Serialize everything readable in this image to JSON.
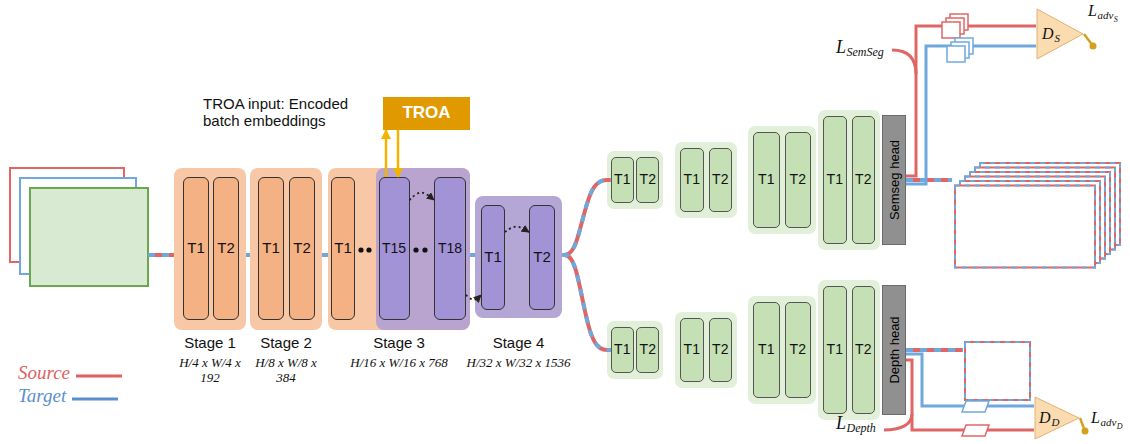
{
  "diagram": {
    "nodes": [
      {
        "text": [
          "Stage 1",
          "H/4 x W/4 x 192"
        ]
      },
      {
        "text": [
          "T1"
        ],
        "in": 0
      },
      {
        "text": [
          "T2"
        ],
        "in": 0
      },
      {
        "text": [
          "Stage 2",
          "H/8 x W/8 x 384"
        ]
      },
      {
        "text": [
          "T1"
        ],
        "in": 3
      },
      {
        "text": [
          "T2"
        ],
        "in": 3
      },
      {
        "text": [
          "Stage 3",
          "H/16 x W/16 x 768"
        ]
      },
      {
        "text": [
          "T1"
        ],
        "in": 6
      },
      {
        "text": [
          "T15"
        ],
        "in": 6
      },
      {
        "text": [
          "T18"
        ],
        "in": 6
      },
      {
        "text": [
          "Stage 4",
          "H/32 x W/32 x 1536"
        ]
      },
      {
        "text": [
          "T1"
        ],
        "in": 10
      },
      {
        "text": [
          "T2"
        ],
        "in": 10
      },
      {
        "text": [
          "TROA"
        ]
      },
      {
        "text": [
          "T1"
        ]
      },
      {
        "text": [
          "T2"
        ]
      },
      {
        "text": [
          "T1"
        ]
      },
      {
        "text": [
          "T2"
        ]
      },
      {
        "text": [
          "T1"
        ]
      },
      {
        "text": [
          "T2"
        ]
      },
      {
        "text": [
          "T1"
        ]
      },
      {
        "text": [
          "T2"
        ]
      },
      {
        "text": [
          "Semseg head"
        ]
      },
      {
        "text": [
          "D",
          "S"
        ]
      },
      {
        "text": [
          "T1"
        ]
      },
      {
        "text": [
          "T2"
        ]
      },
      {
        "text": [
          "T1"
        ]
      },
      {
        "text": [
          "T2"
        ]
      },
      {
        "text": [
          "T1"
        ]
      },
      {
        "text": [
          "T2"
        ]
      },
      {
        "text": [
          "T1"
        ]
      },
      {
        "text": [
          "T2"
        ]
      },
      {
        "text": [
          "Depth head"
        ]
      },
      {
        "text": [
          "D",
          "D"
        ]
      }
    ],
    "edges": [
      {
        "from": 0,
        "to": 3,
        "arrow": "none"
      },
      {
        "from": 3,
        "to": 6,
        "arrow": "none"
      },
      {
        "from": 6,
        "to": 10,
        "arrow": "none"
      },
      {
        "from": 8,
        "to": 13,
        "arrow": "to"
      },
      {
        "from": 13,
        "to": 8,
        "arrow": "to"
      },
      {
        "from": 8,
        "to": 9,
        "arrow": "to"
      },
      {
        "from": 9,
        "to": 11,
        "arrow": "to"
      },
      {
        "from": 11,
        "to": 12,
        "arrow": "to"
      },
      {
        "from": 10,
        "to": 14,
        "arrow": "none"
      },
      {
        "from": 10,
        "to": 24,
        "arrow": "none"
      },
      {
        "from": 22,
        "to": 23,
        "arrow": "none"
      },
      {
        "from": 22,
        "to": 23,
        "arrow": "none"
      },
      {
        "from": 32,
        "to": 33,
        "arrow": "none"
      },
      {
        "from": 32,
        "to": 33,
        "arrow": "none"
      }
    ],
    "labels": [
      "TROA input: Encoded batch embeddings",
      "L",
      "SemSeg",
      "L",
      "adv",
      "S",
      "L",
      "Depth",
      "L",
      "adv",
      "D"
    ],
    "legend": [
      {
        "text": "Source"
      },
      {
        "text": "Target"
      }
    ]
  }
}
